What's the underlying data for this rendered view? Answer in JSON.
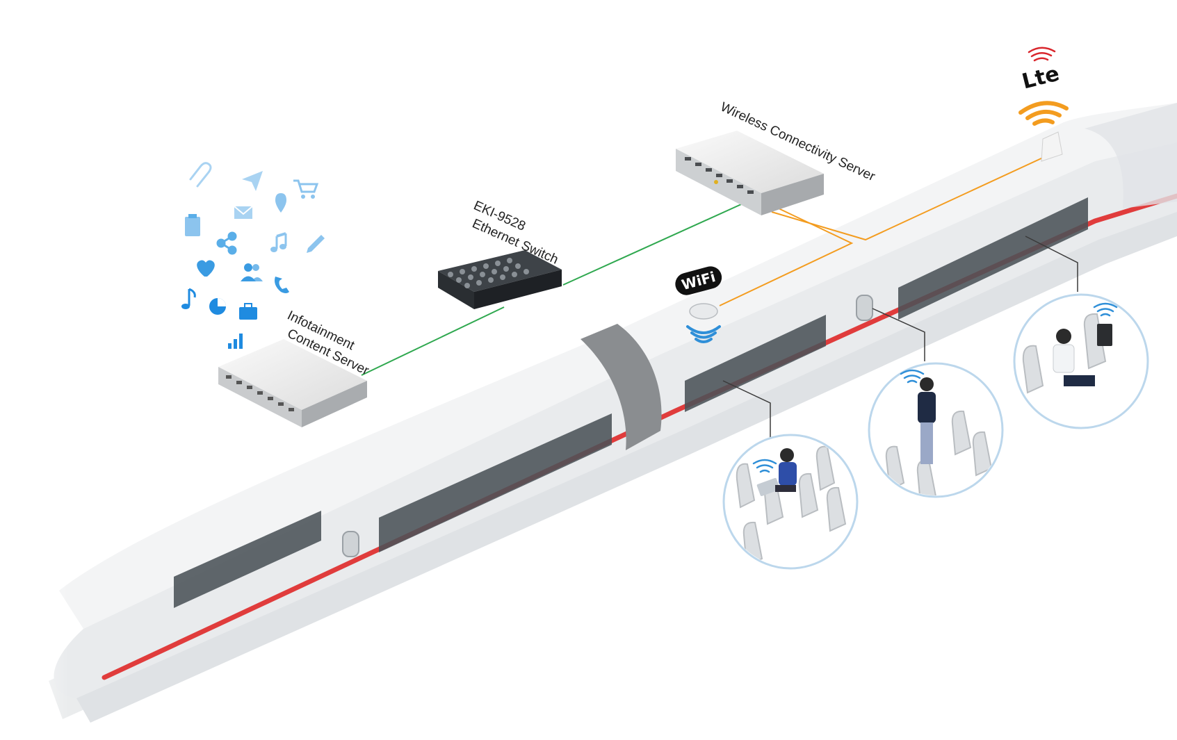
{
  "labels": {
    "infotainment_line1": "Infotainment",
    "infotainment_line2": "Content Server",
    "switch_line1": "EKI-9528",
    "switch_line2": "Ethernet Switch",
    "wireless_server": "Wireless Connectivity Server"
  },
  "logos": {
    "wifi": "WiFi",
    "lte": "Lte"
  },
  "icons": [
    "paperclip-icon",
    "paper-plane-icon",
    "cart-icon",
    "mail-icon",
    "location-pin-icon",
    "clipboard-icon",
    "share-icon",
    "music-note-icon",
    "pencil-icon",
    "heart-icon",
    "users-icon",
    "phone-icon",
    "single-note-icon",
    "pie-chart-icon",
    "briefcase-icon",
    "bar-chart-icon"
  ],
  "colors": {
    "ethernet_link": "#2fa84f",
    "wireless_link": "#f39c1f",
    "train_stripe": "#e03c3c",
    "train_body": "#eceef0",
    "icon_blue": "#3aa6e8",
    "circle_border": "#bcd7ec"
  },
  "scenes": [
    "laptop-passenger",
    "phone-passenger",
    "seatback-screen-passenger"
  ]
}
